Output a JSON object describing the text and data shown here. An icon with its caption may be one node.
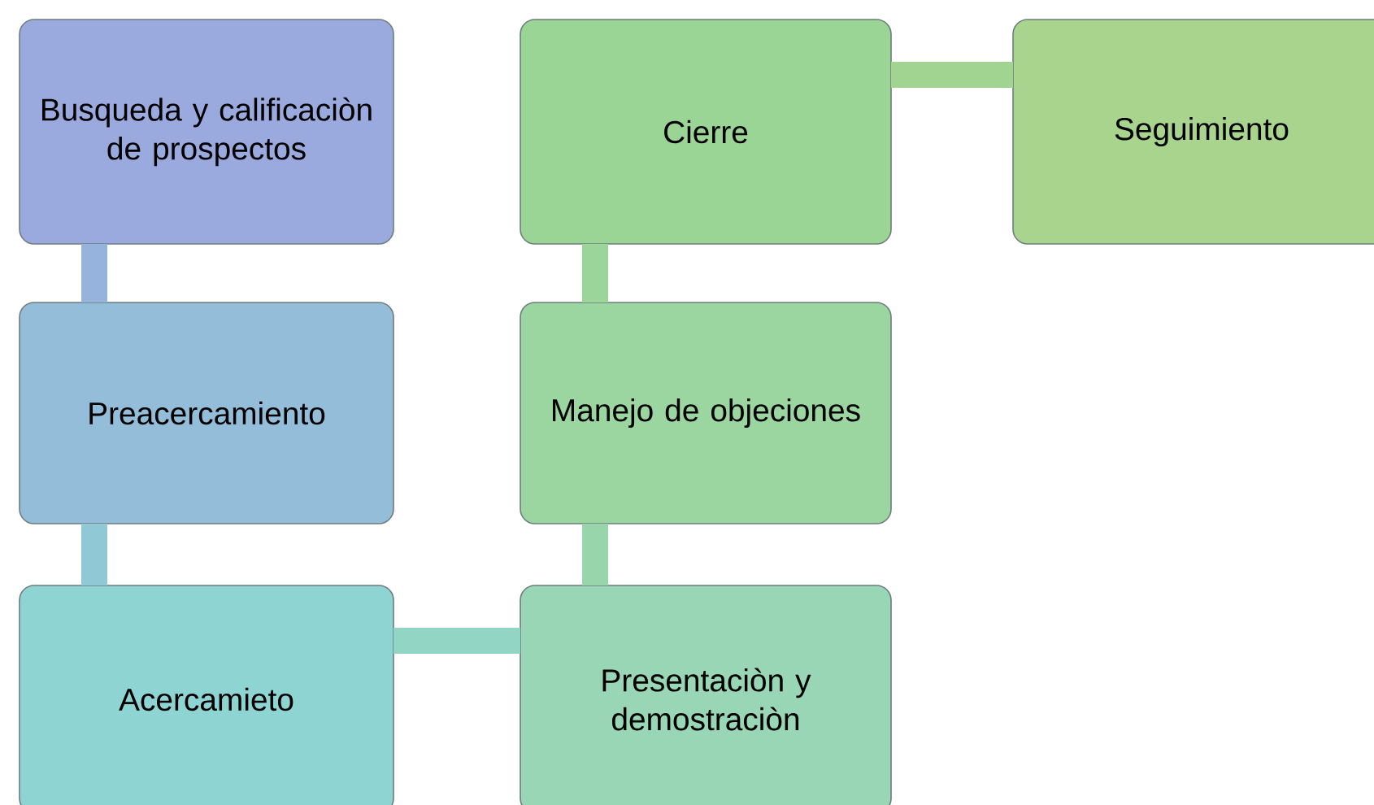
{
  "diagram": {
    "nodes": [
      {
        "text": [
          "Busqueda y calificaciòn de prospectos"
        ]
      },
      {
        "text": [
          "Preacercamiento"
        ]
      },
      {
        "text": [
          "Acercamieto"
        ]
      },
      {
        "text": [
          "Presentaciòn y demostraciòn"
        ]
      },
      {
        "text": [
          "Manejo de objeciones"
        ]
      },
      {
        "text": [
          "Cierre"
        ]
      },
      {
        "text": [
          "Seguimiento"
        ]
      }
    ],
    "edges": [
      {
        "from": 0,
        "to": 1,
        "arrow": "none"
      },
      {
        "from": 1,
        "to": 2,
        "arrow": "none"
      },
      {
        "from": 2,
        "to": 3,
        "arrow": "none"
      },
      {
        "from": 3,
        "to": 4,
        "arrow": "none"
      },
      {
        "from": 4,
        "to": 5,
        "arrow": "none"
      },
      {
        "from": 5,
        "to": 6,
        "arrow": "none"
      }
    ]
  }
}
